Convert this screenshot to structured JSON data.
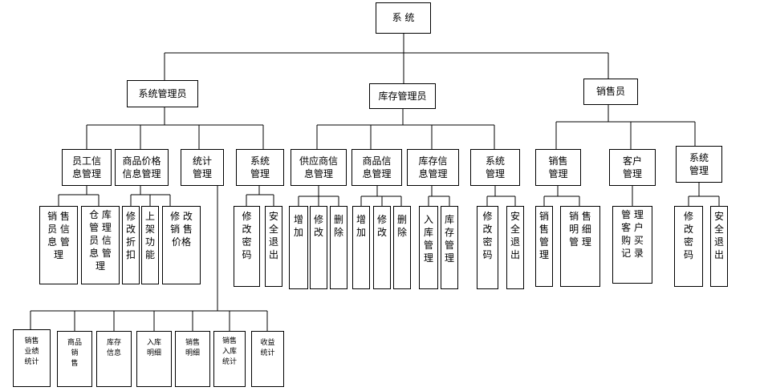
{
  "diagram": {
    "root": "系 统",
    "level1": {
      "admin": "系统管理员",
      "stock": "库存管理员",
      "sales": "销售员"
    },
    "level2": {
      "admin_staff": "员工信\n息管理",
      "admin_price": "商品价格\n信息管理",
      "admin_stats": "统计\n管理",
      "admin_sys": "系统\n管理",
      "stock_supplier": "供应商信\n息管理",
      "stock_goods": "商品信\n息管理",
      "stock_inventory": "库存信\n息管理",
      "stock_sys": "系统\n管理",
      "sales_sale": "销售\n管理",
      "sales_customer": "客户\n管理",
      "sales_sys": "系统\n管理"
    },
    "level3": {
      "admin_staff_sales": "销 售\n员 信\n息 管\n理",
      "admin_staff_warehouse": "仓 库\n管 理\n员 信\n息 管\n理",
      "admin_price_discount": "修\n改\n折\n扣",
      "admin_price_shelf": "上\n架\n功\n能",
      "admin_price_modify": "修 改\n销 售\n价格",
      "admin_sys_pwd": "修\n改\n密\n码",
      "admin_sys_exit": "安\n全\n退\n出",
      "stock_supplier_add": "增\n加",
      "stock_supplier_edit": "修\n改",
      "stock_supplier_del": "删\n除",
      "stock_goods_add": "增\n加",
      "stock_goods_edit": "修\n改",
      "stock_goods_del": "删\n除",
      "stock_inv_in": "入\n库\n管\n理",
      "stock_inv_stock": "库\n存\n管\n理",
      "stock_sys_pwd": "修\n改\n密\n码",
      "stock_sys_exit": "安\n全\n退\n出",
      "sales_sale_mgmt": "销\n售\n管\n理",
      "sales_sale_detail": "销 售\n明 细\n管 理",
      "sales_cust_record": "管 理\n客 户\n购 买\n记 录",
      "sales_sys_pwd": "修\n改\n密\n码",
      "sales_sys_exit": "安\n全\n退\n出"
    },
    "level4": {
      "stat_perf": "销售\n业绩\n统计",
      "stat_goods_sales": "商品\n销\n售",
      "stat_stock_info": "库存\n信息",
      "stat_in_detail": "入库\n明细",
      "stat_sales_detail": "销售\n明细",
      "stat_sales_in": "销售\n入库\n统计",
      "stat_profit": "收益\n统计"
    }
  }
}
